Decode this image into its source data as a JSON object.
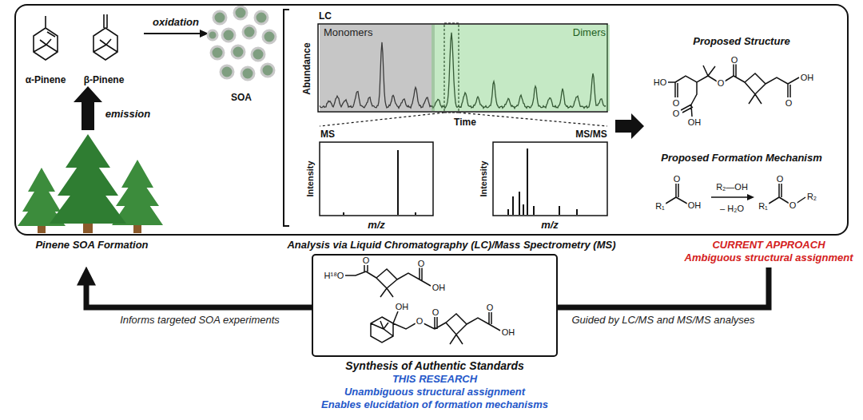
{
  "diagram": {
    "nodes": [
      {
        "text": [
          "Pinene SOA Formation",
          "Analysis via Liquid Chromatography (LC)/Mass Spectrometry (MS)",
          "CURRENT APPROACH",
          "Ambiguous structural assignment"
        ]
      },
      {
        "text": [
          "Monomers"
        ],
        "in": 0
      },
      {
        "text": [
          "Dimers"
        ],
        "in": 0
      },
      {
        "text": [
          "Synthesis of Authentic Standards",
          "THIS RESEARCH",
          "Unambiguous structural assignment",
          "Enables elucidation of formation mechanisms"
        ]
      }
    ],
    "edges": [
      {
        "from": 3,
        "to": 0,
        "arrow": "to",
        "label": "Informs targeted SOA experiments"
      },
      {
        "from": 0,
        "to": 3,
        "arrow": "none",
        "label": "Guided by LC/MS and MS/MS analyses"
      }
    ],
    "labels": [
      "α-Pinene",
      "β-Pinene",
      "oxidation",
      "emission",
      "SOA",
      "LC",
      "Abundance",
      "Time",
      "MS",
      "Intensity",
      "m/z",
      "MS/MS",
      "Intensity",
      "m/z",
      "Proposed Structure",
      "HO",
      "O",
      "O",
      "O",
      "OH",
      "O",
      "O",
      "OH",
      "Proposed Formation Mechanism",
      "O",
      "R₁",
      "OH",
      "R₂—OH",
      "– H₂O",
      "O",
      "R₁",
      "O",
      "R₂",
      "H¹⁸O",
      "O",
      "OH",
      "O",
      "OH",
      "O",
      "O",
      "O",
      "OH"
    ]
  }
}
